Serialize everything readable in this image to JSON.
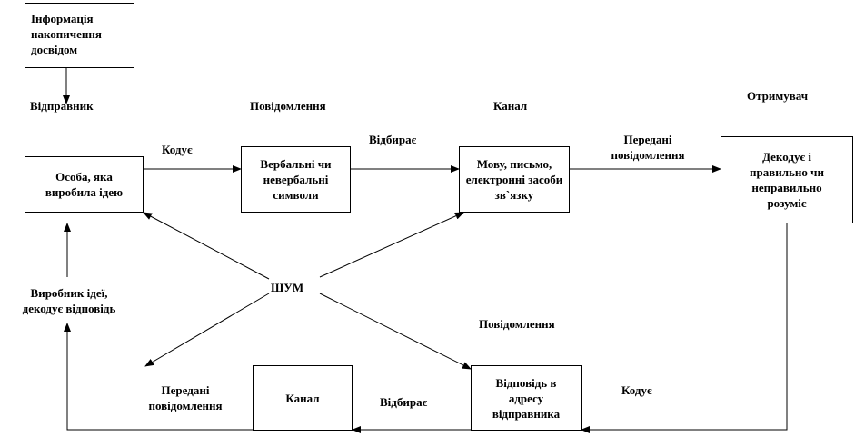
{
  "boxes": {
    "experience": "Інформація накопичення досвідом",
    "sender_person": "Особа, яка виробила ідею",
    "symbols": "Вербальні чи невербальні символи",
    "channel_top": "Мову, письмо, електронні засоби зв`язку",
    "receiver_decodes": "Декодує і правильно чи неправильно розуміє",
    "channel_bottom": "Канал",
    "response": "Відповідь в адресу відправника"
  },
  "labels": {
    "sender": "Відправник",
    "message_top": "Повідомлення",
    "channel": "Канал",
    "receiver": "Отримувач",
    "encodes_top": "Кодує",
    "selects_top": "Відбирає",
    "transmitted_top_1": "Передані",
    "transmitted_top_2": "повідомлення",
    "noise": "ШУМ",
    "producer_1": "Виробник ідеї,",
    "producer_2": "декодує відповідь",
    "message_bottom": "Повідомлення",
    "transmitted_bottom_1": "Передані",
    "transmitted_bottom_2": "повідомлення",
    "selects_bottom": "Відбирає",
    "encodes_bottom": "Кодує"
  }
}
